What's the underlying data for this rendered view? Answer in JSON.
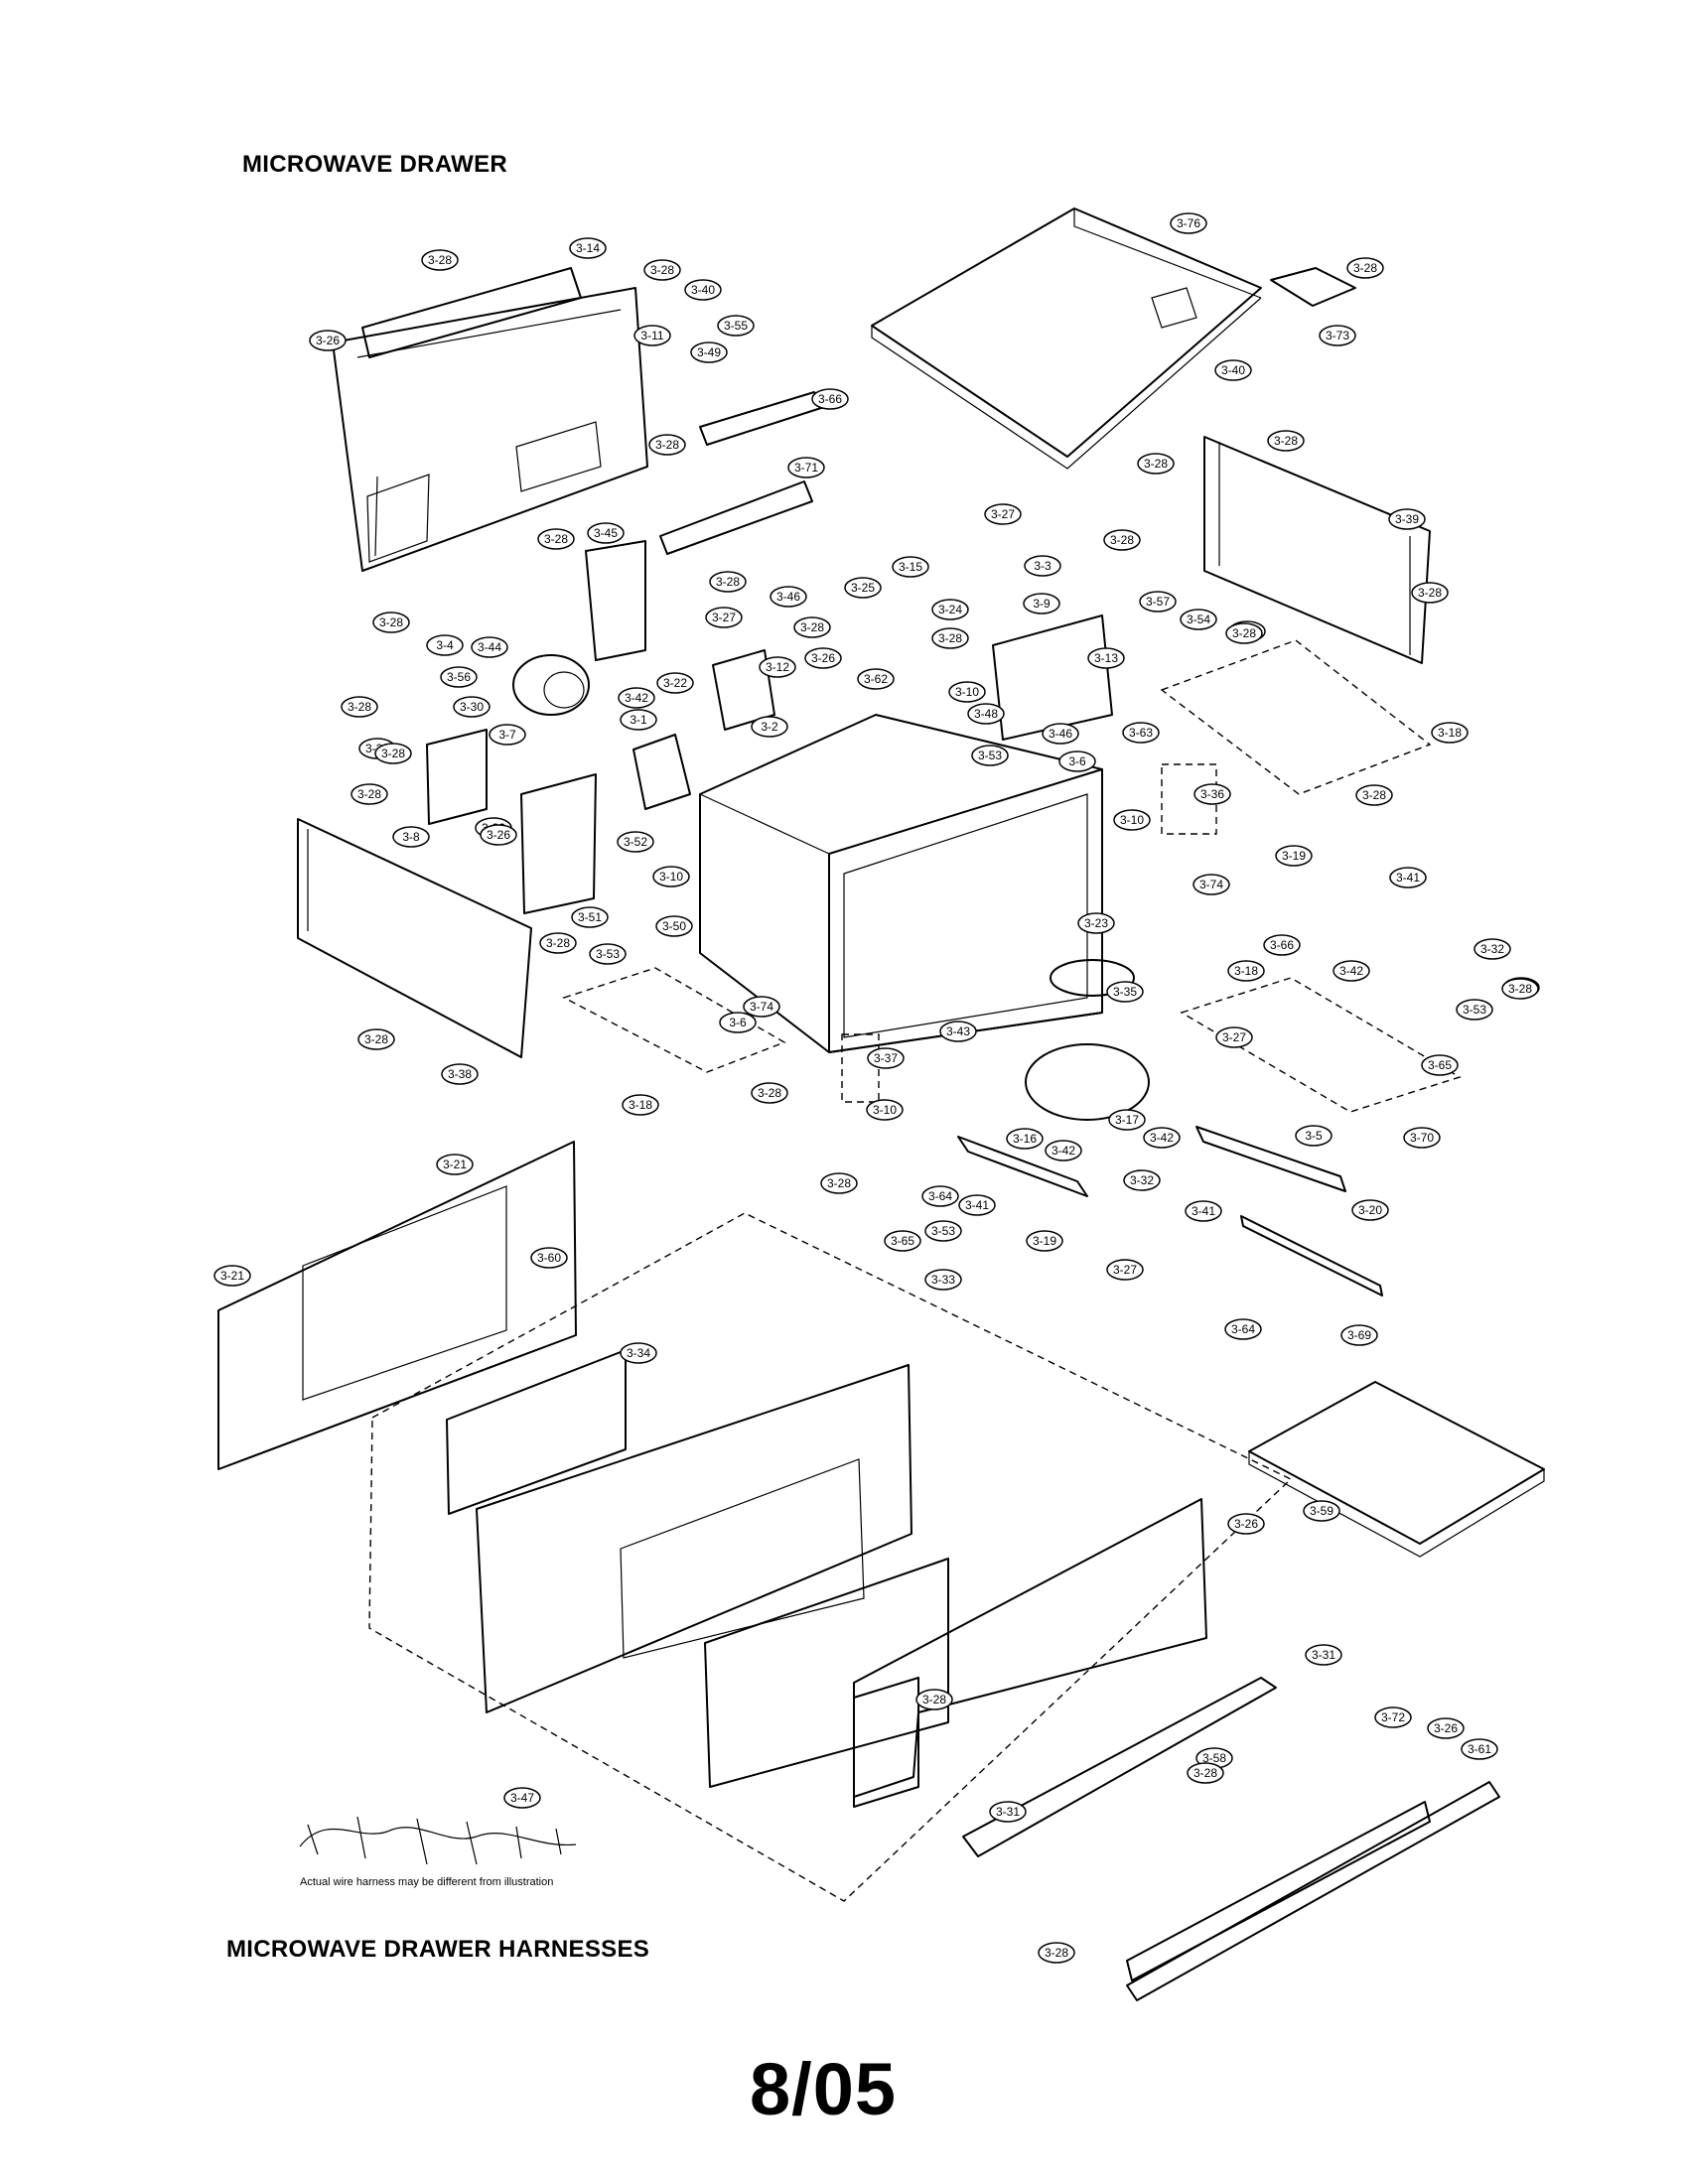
{
  "titles": {
    "top": "MICROWAVE DRAWER",
    "harnesses": "MICROWAVE DRAWER HARNESSES",
    "page": "8/05"
  },
  "harness_note": "Actual wire harness may be different from illustration",
  "callouts": [
    "3-28",
    "3-14",
    "3-26",
    "3-11",
    "3-28",
    "3-40",
    "3-49",
    "3-55",
    "3-66",
    "3-28",
    "3-71",
    "3-76",
    "3-28",
    "3-73",
    "3-40",
    "3-28",
    "3-28",
    "3-39",
    "3-28",
    "3-28",
    "3-28",
    "3-45",
    "3-44",
    "3-28",
    "3-4",
    "3-56",
    "3-28",
    "3-30",
    "3-22",
    "3-42",
    "3-1",
    "3-28",
    "3-46",
    "3-27",
    "3-28",
    "3-12",
    "3-2",
    "3-25",
    "3-15",
    "3-24",
    "3-28",
    "3-26",
    "3-62",
    "3-10",
    "3-48",
    "3-53",
    "3-27",
    "3-3",
    "3-28",
    "3-9",
    "3-57",
    "3-54",
    "3-13",
    "3-28",
    "3-46",
    "3-6",
    "3-63",
    "3-18",
    "3-28",
    "3-7",
    "3-28",
    "3-8",
    "3-32",
    "3-28",
    "3-26",
    "3-28",
    "3-28",
    "3-28",
    "3-38",
    "3-52",
    "3-10",
    "3-51",
    "3-50",
    "3-53",
    "3-6",
    "3-74",
    "3-18",
    "3-28",
    "3-10",
    "3-36",
    "3-74",
    "3-23",
    "3-35",
    "3-43",
    "3-37",
    "3-10",
    "3-16",
    "3-17",
    "3-19",
    "3-41",
    "3-66",
    "3-42",
    "3-32",
    "3-18",
    "3-28",
    "3-53",
    "3-65",
    "3-28",
    "3-27",
    "3-42",
    "3-5",
    "3-70",
    "3-20",
    "3-41",
    "3-42",
    "3-41",
    "3-19",
    "3-32",
    "3-64",
    "3-28",
    "3-65",
    "3-53",
    "3-27",
    "3-64",
    "3-69",
    "3-21",
    "3-21",
    "3-60",
    "3-33",
    "3-34",
    "3-59",
    "3-26",
    "3-28",
    "3-31",
    "3-58",
    "3-31",
    "3-72",
    "3-26",
    "3-61",
    "3-28",
    "3-28",
    "3-47"
  ]
}
